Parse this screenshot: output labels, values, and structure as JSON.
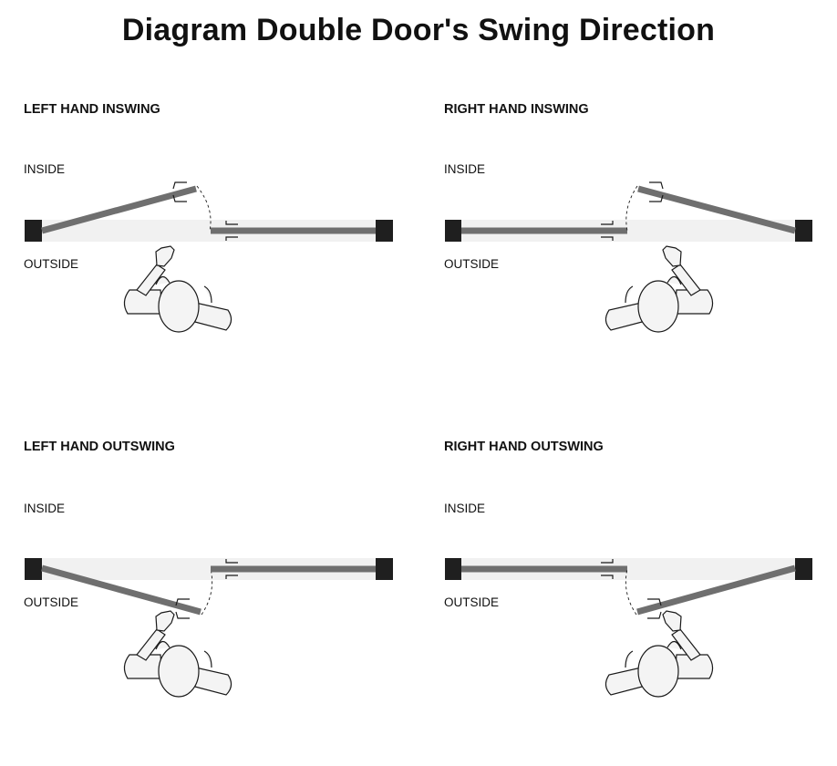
{
  "title": "Diagram Double Door's Swing Direction",
  "colors": {
    "post": "#1f1f1f",
    "door": "#6f6f6f",
    "opening": "#f1f1f1",
    "outline": "#1a1a1a",
    "figure_fill": "#f4f4f4"
  },
  "panels": [
    {
      "heading": "LEFT HAND INSWING",
      "inside_label": "INSIDE",
      "outside_label": "OUTSIDE"
    },
    {
      "heading": "RIGHT HAND INSWING",
      "inside_label": "INSIDE",
      "outside_label": "OUTSIDE"
    },
    {
      "heading": "LEFT HAND OUTSWING",
      "inside_label": "INSIDE",
      "outside_label": "OUTSIDE"
    },
    {
      "heading": "RIGHT HAND OUTSWING",
      "inside_label": "INSIDE",
      "outside_label": "OUTSIDE"
    }
  ]
}
